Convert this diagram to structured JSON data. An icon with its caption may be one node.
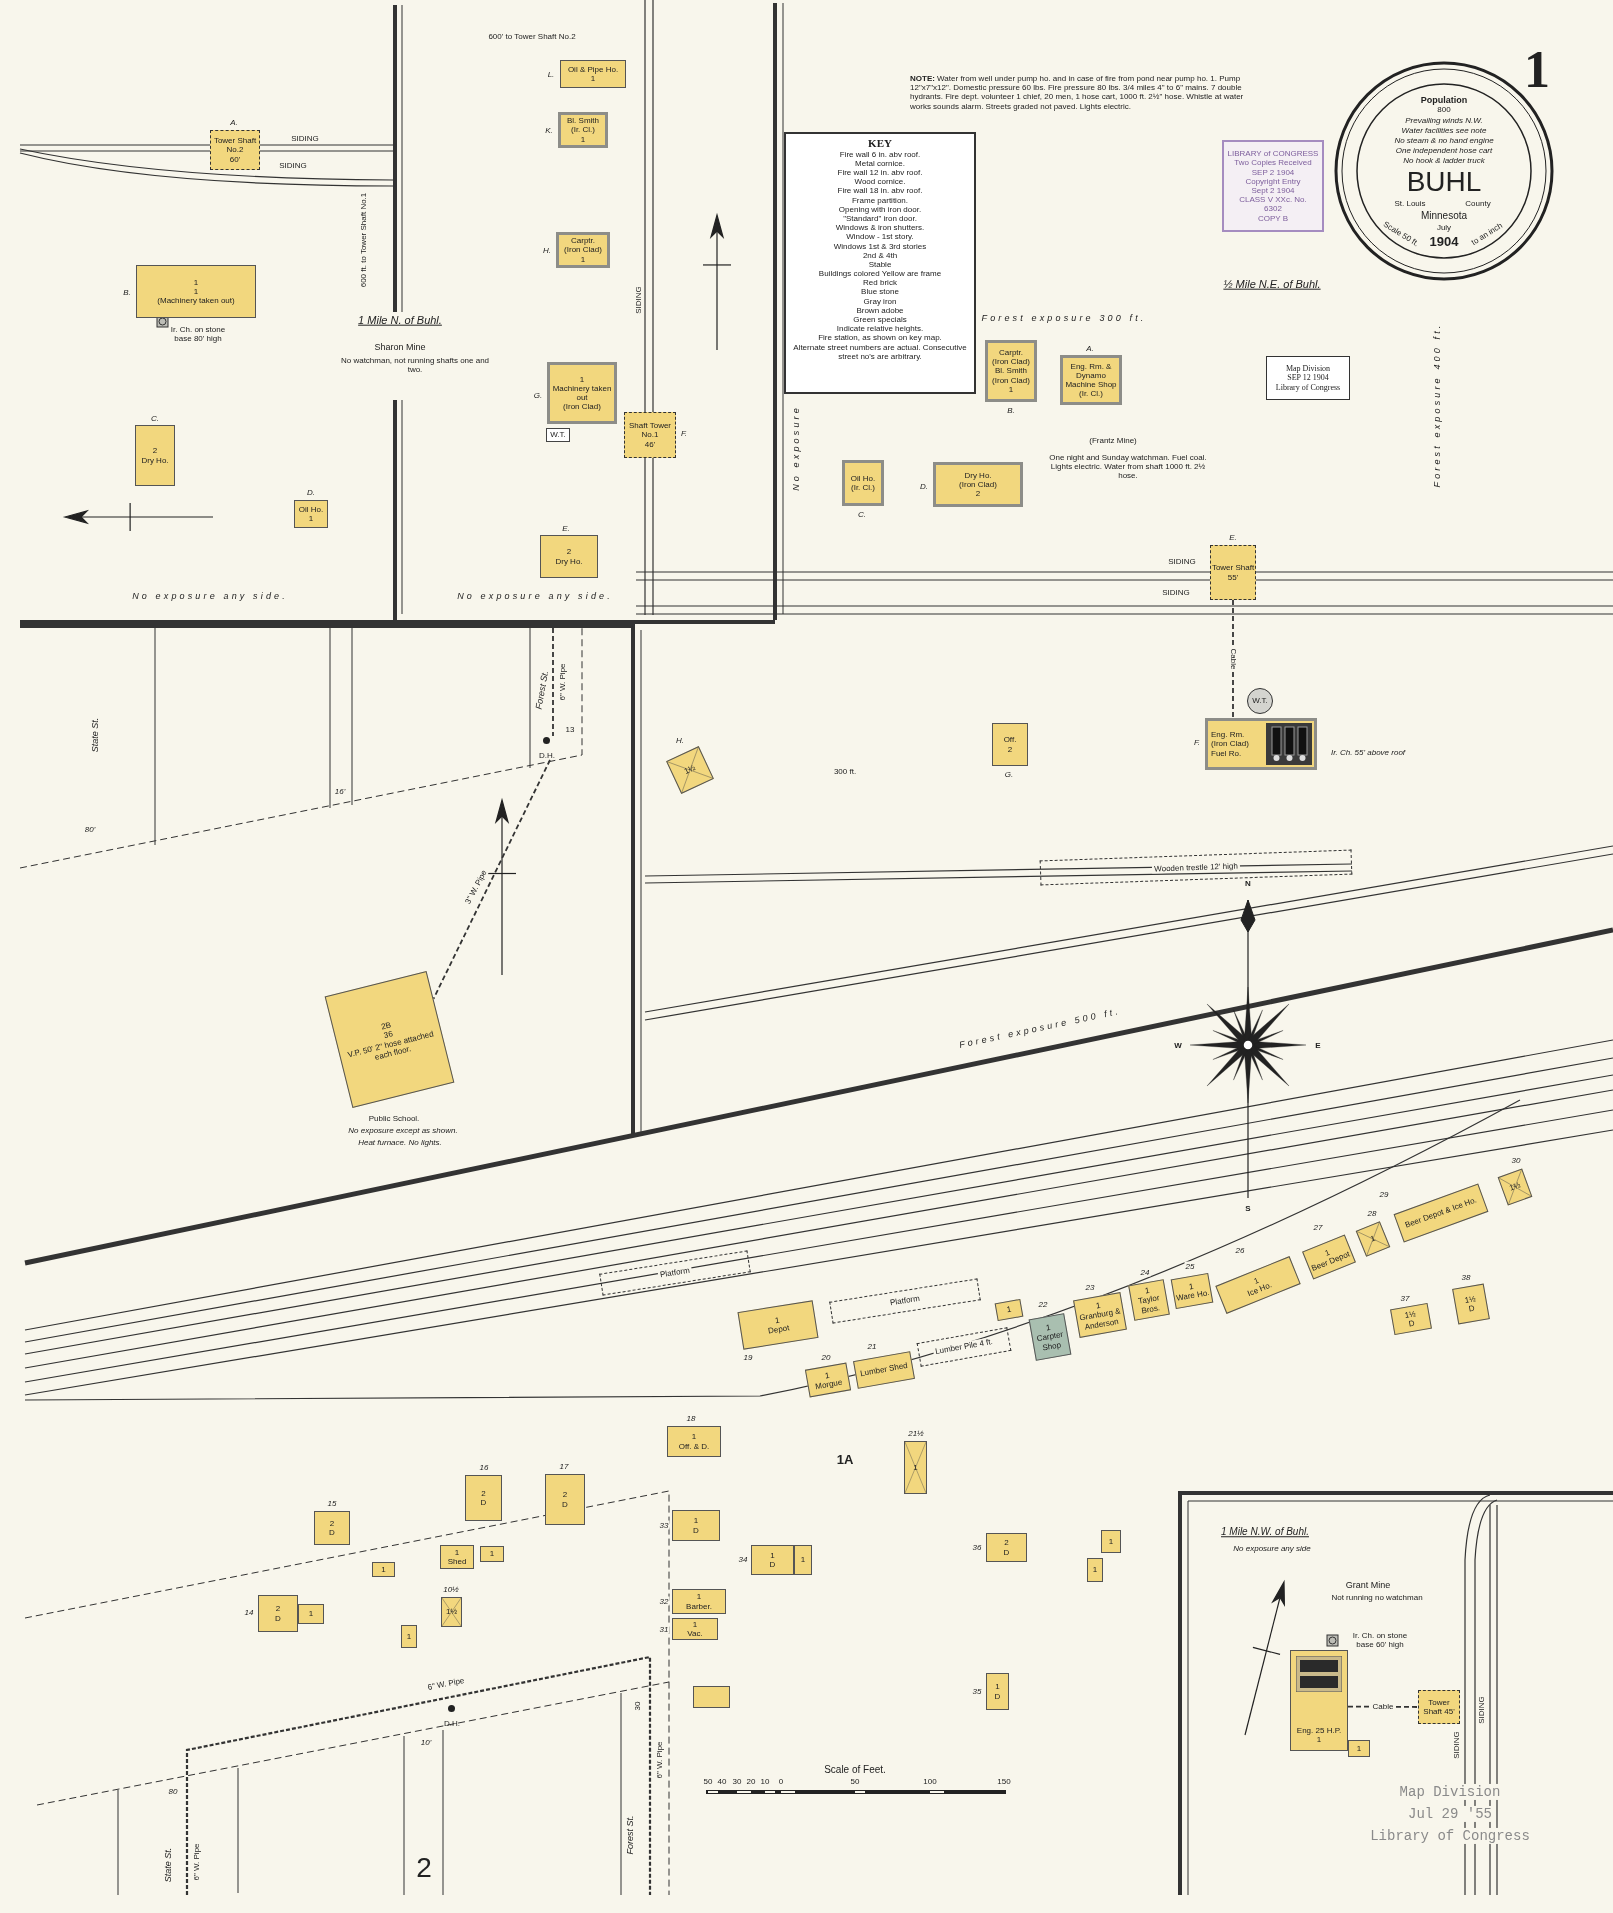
{
  "diagram": {
    "nodes": [
      {
        "text": [
          "Tower Shaft No.2",
          "60'"
        ],
        "beside": [
          "A."
        ]
      },
      {
        "text": [
          "1",
          "1",
          "(Machinery taken out)"
        ],
        "beside": [
          "B."
        ]
      },
      {
        "text": [
          "2",
          "Dry Ho."
        ],
        "beside": [
          "C."
        ]
      },
      {
        "text": [
          "Oil Ho.",
          "1"
        ],
        "beside": [
          "D."
        ]
      },
      {
        "text": [
          "Oil & Pipe Ho.",
          "1"
        ],
        "beside": [
          "L."
        ]
      },
      {
        "text": [
          "Bl. Smith",
          "(Ir. Cl.)",
          "1"
        ],
        "beside": [
          "K."
        ]
      },
      {
        "text": [
          "Carptr.",
          "(Iron Clad)",
          "1"
        ],
        "beside": [
          "H."
        ]
      },
      {
        "text": [
          "1",
          "Machinery taken out",
          "(Iron Clad)"
        ],
        "beside": [
          "G."
        ]
      },
      {
        "text": [
          "W.T."
        ]
      },
      {
        "text": [
          "Shaft Tower No.1",
          "46'"
        ],
        "beside": [
          "F."
        ]
      },
      {
        "text": [
          "2",
          "Dry Ho."
        ],
        "beside": [
          "E."
        ]
      },
      {
        "text": [
          "KEY",
          "Fire wall 6 in. abv roof.",
          "Metal cornice.",
          "Fire wall 12 in. abv roof.",
          "Wood cornice.",
          "Fire wall 18 in. abv roof.",
          "Frame partition.",
          "Opening with iron door.",
          "\"Standard\" iron door.",
          "Windows & iron shutters.",
          "Window - 1st story.",
          "Windows 1st & 3rd stories",
          "2nd & 4th",
          "Stable",
          "Buildings colored Yellow are frame",
          "Red brick",
          "Blue stone",
          "Gray iron",
          "Brown adobe",
          "Green specials",
          "Indicate relative heights.",
          "Fire station, as shown on key map.",
          "Alternate street numbers are actual. Consecutive street no's are arbitrary."
        ]
      },
      {
        "text": [
          "LIBRARY of CONGRESS",
          "Two Copies Received",
          "SEP 2 1904",
          "Copyright Entry",
          "Sept 2 1904",
          "CLASS V XXc. No.",
          "6302",
          "COPY B"
        ]
      },
      {
        "text": [
          "Map Division",
          "SEP 12 1904",
          "Library of Congress"
        ]
      },
      {
        "text": [
          "Carptr.",
          "(Iron Clad)",
          "Bl. Smith",
          "(Iron Clad)",
          "1"
        ],
        "beside": [
          "B."
        ]
      },
      {
        "text": [
          "Eng. Rm. & Dynamo",
          "Machine Shop",
          "(Ir. Cl.)"
        ],
        "beside": [
          "A."
        ]
      },
      {
        "text": [
          "Oil Ho.",
          "(Ir. Cl.)"
        ],
        "beside": [
          "C."
        ]
      },
      {
        "text": [
          "Dry Ho.",
          "(Iron Clad)",
          "2"
        ],
        "beside": [
          "D."
        ]
      },
      {
        "text": [
          "Tower Shaft 55'"
        ],
        "beside": [
          "E."
        ]
      },
      {
        "text": [
          "1½"
        ],
        "beside": [
          "H."
        ]
      },
      {
        "text": [
          "Off.",
          "2"
        ],
        "beside": [
          "G."
        ]
      },
      {
        "text": [
          "Eng. Rm.",
          "(Iron Clad)",
          "Fuel Ro."
        ],
        "beside": [
          "F.",
          "Ir. Ch. 55' above roof"
        ]
      },
      {
        "text": [
          "W.T."
        ]
      },
      {
        "text": [
          "Wooden trestle 12' high"
        ]
      },
      {
        "text": [
          "D.H."
        ]
      },
      {
        "text": [
          "2B",
          "36",
          "V.P. 50' 2\" hose attached each floor."
        ],
        "beside": [
          "Public School.",
          "No exposure except as shown.",
          "Heat furnace. No lights."
        ]
      },
      {
        "text": [
          "Platform"
        ]
      },
      {
        "text": [
          "Platform"
        ]
      },
      {
        "text": [
          "1",
          "Depot"
        ],
        "beside": [
          "19"
        ]
      },
      {
        "text": [
          "1",
          "Morgue"
        ],
        "beside": [
          "20"
        ]
      },
      {
        "text": [
          "Lumber Shed"
        ],
        "beside": [
          "21"
        ]
      },
      {
        "text": [
          "Lumber Pile 4 ft."
        ]
      },
      {
        "text": [
          "1"
        ]
      },
      {
        "text": [
          "1",
          "Carpter Shop"
        ],
        "beside": [
          "22"
        ]
      },
      {
        "text": [
          "1",
          "Granburg & Anderson"
        ],
        "beside": [
          "23"
        ]
      },
      {
        "text": [
          "1",
          "Taylor Bros."
        ],
        "beside": [
          "24"
        ]
      },
      {
        "text": [
          "1",
          "Ware Ho."
        ],
        "beside": [
          "25"
        ]
      },
      {
        "text": [
          "1",
          "Ice Ho."
        ],
        "beside": [
          "26"
        ]
      },
      {
        "text": [
          "1",
          "Beer Depot"
        ],
        "beside": [
          "27"
        ]
      },
      {
        "text": [
          "1"
        ],
        "beside": [
          "28"
        ]
      },
      {
        "text": [
          "Beer Depot & Ice Ho."
        ],
        "beside": [
          "29"
        ]
      },
      {
        "text": [
          "1½"
        ],
        "beside": [
          "30"
        ]
      },
      {
        "text": [
          "1½",
          "D"
        ],
        "beside": [
          "37"
        ]
      },
      {
        "text": [
          "1½",
          "D"
        ],
        "beside": [
          "38"
        ]
      },
      {
        "text": [
          "1",
          "Off. & D."
        ],
        "beside": [
          "18"
        ]
      },
      {
        "text": [
          "1"
        ],
        "beside": [
          "21½"
        ]
      },
      {
        "text": [
          "2",
          "D"
        ],
        "beside": [
          "16"
        ]
      },
      {
        "text": [
          "2",
          "D"
        ],
        "beside": [
          "17"
        ]
      },
      {
        "text": [
          "2",
          "D"
        ],
        "beside": [
          "15"
        ]
      },
      {
        "text": [
          "1"
        ]
      },
      {
        "text": [
          "1",
          "Shed"
        ]
      },
      {
        "text": [
          "1"
        ]
      },
      {
        "text": [
          "2",
          "D"
        ],
        "beside": [
          "14"
        ]
      },
      {
        "text": [
          "1"
        ]
      },
      {
        "text": [
          "1½"
        ],
        "beside": [
          "10½"
        ]
      },
      {
        "text": [
          "1"
        ]
      },
      {
        "text": [
          "1",
          "D"
        ],
        "beside": [
          "33"
        ]
      },
      {
        "text": [
          "1",
          "D"
        ],
        "beside": [
          "34"
        ]
      },
      {
        "text": [
          "1"
        ]
      },
      {
        "text": [
          "1",
          "Barber."
        ],
        "beside": [
          "32"
        ]
      },
      {
        "text": [
          "1",
          "Vac."
        ],
        "beside": [
          "31"
        ]
      },
      {
        "text": [],
        "shape": "box"
      },
      {
        "text": [
          "2",
          "D"
        ],
        "beside": [
          "36"
        ]
      },
      {
        "text": [
          "1"
        ]
      },
      {
        "text": [
          "1"
        ]
      },
      {
        "text": [
          "1",
          "D"
        ],
        "beside": [
          "35"
        ]
      },
      {
        "text": [
          "D.H."
        ]
      },
      {
        "text": [
          "Eng. 25 H.P.",
          "1"
        ]
      },
      {
        "text": [
          "1"
        ]
      },
      {
        "text": [
          "Tower Shaft 45'"
        ]
      }
    ],
    "edges": [
      {
        "from": 18,
        "to": 21,
        "arrow": "none",
        "label": "Cable",
        "style": "dashed"
      },
      {
        "from": 24,
        "to": 25,
        "arrow": "none",
        "label": "3\" W. Pipe",
        "style": "dashed"
      },
      {
        "from": 67,
        "to": 69,
        "arrow": "none",
        "label": "Cable",
        "style": "dashed"
      },
      {
        "from": null,
        "to": 24,
        "arrow": "none",
        "label": "6\" W. Pipe",
        "style": "dashed"
      }
    ],
    "labels": [
      "SIDING",
      "SIDING",
      "600 ft. to Tower Shaft No.1",
      "Ir. Ch. on stone base 80' high",
      "1 Mile N. of Buhl.",
      "Sharon Mine",
      "No watchman, not running shafts one and two.",
      "No exposure any side.",
      "600' to Tower Shaft No.2",
      "SIDING",
      "No exposure any side.",
      "**NOTE:** Water from well under pump ho. and in case of fire from pond near pump ho. 1. Pump 12\"x7\"x12\". Domestic pressure 60 lbs. Fire pressure 80 lbs. 3/4 miles 4\" to 6\" mains. 7 double hydrants. Fire dept. volunteer 1 chief, 20 men, 1 hose cart, 1000 ft. 2½\" hose. Whistle at water works sounds alarm. Streets graded not paved. Lights electric.",
      "1",
      "Population",
      "800",
      "Prevailing winds N.W.",
      "Water facilities see note",
      "No steam & no hand engine",
      "One independent hose cart",
      "No hook & ladder truck",
      "BUHL",
      "St. Louis",
      "County",
      "Minnesota",
      "July",
      "Scale 50 ft.",
      "1904",
      "to an inch",
      "½ Mile N.E. of Buhl.",
      "Forest exposure 300 ft.",
      "No exposure",
      "Forest exposure 400 ft.",
      "(Frantz Mine)",
      "One night and Sunday watchman. Fuel coal. Lights electric. Water from shaft 1000 ft. 2½ hose.",
      "SIDING",
      "SIDING",
      "State St.",
      "80'",
      "16'",
      "Forest St.",
      "13",
      "300 ft.",
      "Forest exposure 500 ft.",
      "N",
      "W",
      "E",
      "S",
      "1A",
      "6\" W. Pipe",
      "10'",
      "80",
      "30",
      "State St.",
      "6\" W. Pipe",
      "Forest St.",
      "6\" W. Pipe",
      "2",
      "Scale of Feet.",
      "50",
      "40",
      "30",
      "20",
      "10",
      "0",
      "50",
      "100",
      "150",
      "1 Mile N.W. of Buhl.",
      "No exposure any side",
      "Grant Mine",
      "Not running no watchman",
      "Ir. Ch. on stone base 60' high",
      "SIDING",
      "SIDING",
      "Map Division",
      "Jul 29 '55",
      "Library of Congress"
    ]
  }
}
